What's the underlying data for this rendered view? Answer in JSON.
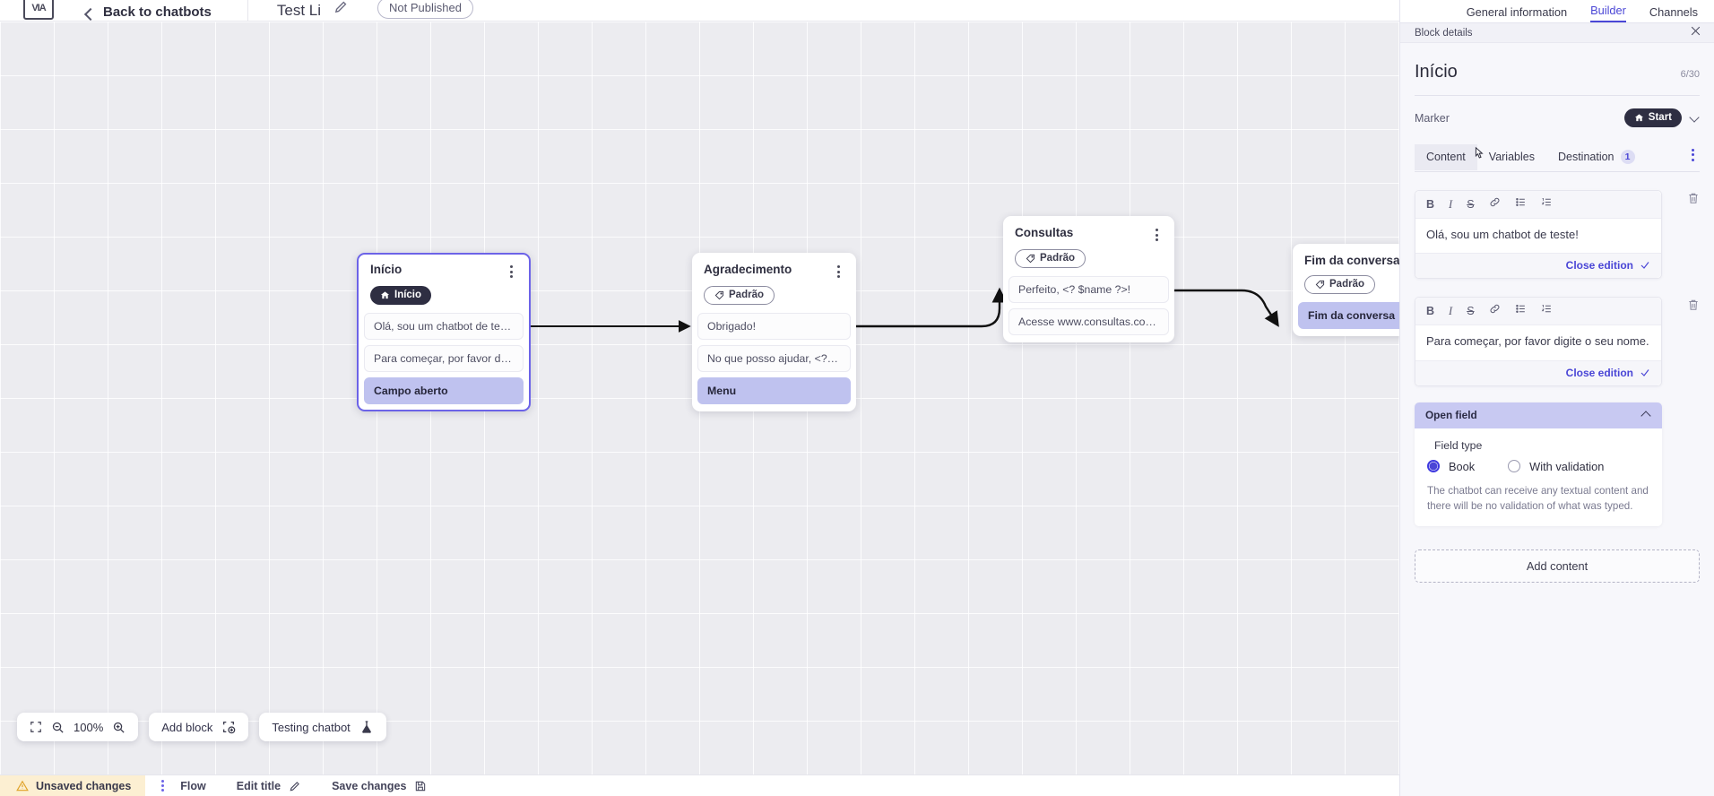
{
  "topbar": {
    "logo_text": "VIA",
    "back_label": "Back to chatbots",
    "bot_title": "Test Li",
    "status_badge": "Not Published"
  },
  "canvas": {
    "nodes": [
      {
        "title": "Início",
        "badge": "Início",
        "badge_style": "dark",
        "badge_icon": "home-icon",
        "selected": true,
        "rows": [
          {
            "text": "Olá, sou um chatbot de teste!",
            "accent": false
          },
          {
            "text": "Para começar, por favor digite o ...",
            "accent": false
          },
          {
            "text": "Campo aberto",
            "accent": true
          }
        ]
      },
      {
        "title": "Agradecimento",
        "badge": "Padrão",
        "badge_style": "outline",
        "badge_icon": "tag-icon",
        "selected": false,
        "rows": [
          {
            "text": "Obrigado!",
            "accent": false
          },
          {
            "text": "No que posso ajudar, <? $name ...",
            "accent": false
          },
          {
            "text": "Menu",
            "accent": true
          }
        ]
      },
      {
        "title": "Consultas",
        "badge": "Padrão",
        "badge_style": "outline",
        "badge_icon": "tag-icon",
        "selected": false,
        "rows": [
          {
            "text": "Perfeito, <? $name ?>!",
            "accent": false
          },
          {
            "text": "Acesse www.consultas.com par...",
            "accent": false
          }
        ]
      },
      {
        "title": "Fim da conversa",
        "badge": "Padrão",
        "badge_style": "outline",
        "badge_icon": "tag-icon",
        "selected": false,
        "rows": [
          {
            "text": "Fim da conversa",
            "accent": true
          }
        ]
      }
    ]
  },
  "floatbar": {
    "zoom_level": "100%",
    "add_block_label": "Add block",
    "testing_label": "Testing chatbot"
  },
  "statusbar": {
    "unsaved_label": "Unsaved changes",
    "flow_label": "Flow",
    "edit_title_label": "Edit title",
    "save_label": "Save changes"
  },
  "panel": {
    "tabs": [
      {
        "label": "General information",
        "active": false
      },
      {
        "label": "Builder",
        "active": true
      },
      {
        "label": "Channels",
        "active": false
      }
    ],
    "subheader_title": "Block details",
    "block_title": "Início",
    "char_count": "6/30",
    "marker_label": "Marker",
    "marker_value": "Start",
    "seg_tabs": [
      {
        "label": "Content",
        "active": true,
        "badge": ""
      },
      {
        "label": "Variables",
        "active": false,
        "badge": ""
      },
      {
        "label": "Destination",
        "active": false,
        "badge": "1"
      }
    ],
    "editors": [
      {
        "text": "Olá, sou um chatbot de teste!",
        "close_label": "Close edition"
      },
      {
        "text": "Para começar, por favor digite o seu nome.",
        "close_label": "Close edition"
      }
    ],
    "editor_toolbar": [
      "B",
      "I",
      "S",
      "link-icon",
      "bullet-list-icon",
      "numbered-list-icon"
    ],
    "open_field": {
      "title": "Open field",
      "field_type_label": "Field type",
      "options": [
        {
          "label": "Book",
          "selected": true
        },
        {
          "label": "With validation",
          "selected": false
        }
      ],
      "description": "The chatbot can receive any textual content and there will be no validation of what was typed."
    },
    "add_content_label": "Add content"
  },
  "colors": {
    "accent": "#4a46d6",
    "node_accent_row": "#bfc2ef",
    "badge_dark": "#2e2e42",
    "unsaved_bg": "#fcefd2",
    "canvas_bg": "#ececf0"
  }
}
